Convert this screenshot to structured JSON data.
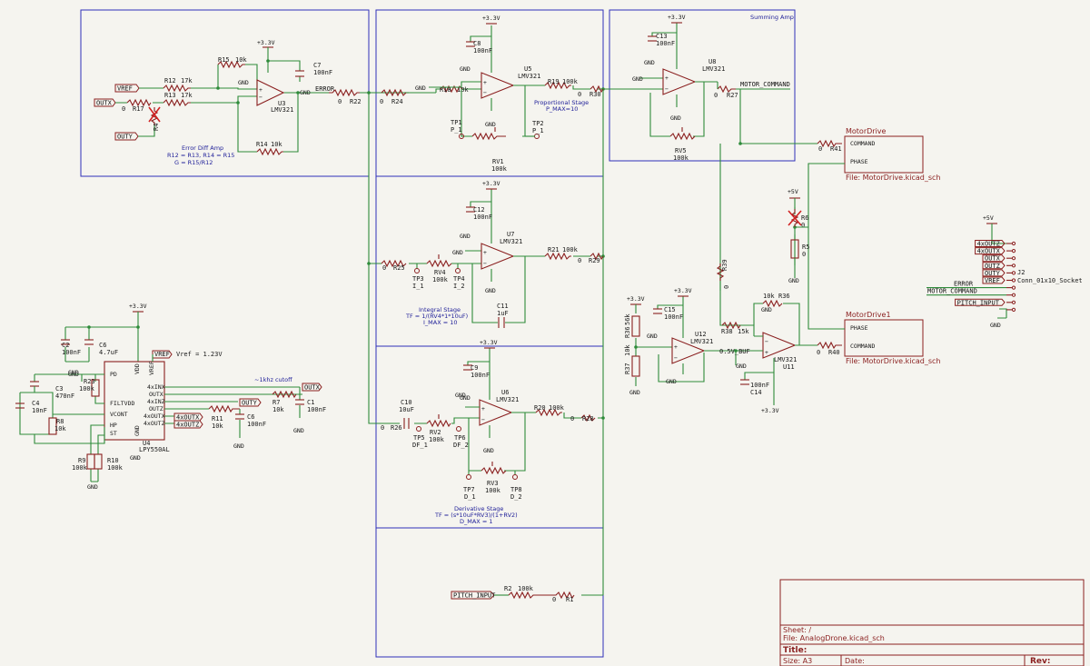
{
  "blocks": {
    "error_amp": {
      "label": "Error Diff Amp",
      "line1": "R12 = R13, R14 = R15",
      "line2": "G = R15/R12"
    },
    "summing": {
      "title": "Summing Amp"
    },
    "proportional": {
      "label": "Proportional Stage",
      "line1": "P_MAX=10"
    },
    "integral": {
      "label": "Integral Stage",
      "line1": "TF = 1/(RV4*1*10uF)",
      "line2": "I_MAX = 10"
    },
    "derivative": {
      "label": "Derivative Stage",
      "line1": "TF = (s*10uF*RV3)/(1+RV2)",
      "line2": "D_MAX = 1"
    }
  },
  "nets": {
    "vref": "VREF",
    "outx": "OUTX",
    "outy": "OUTY",
    "error": "ERROR",
    "motor_command": "MOTOR_COMMAND",
    "pitch_input": "PITCH_INPUT",
    "buf": "0.5V_BUF",
    "x4outx": "4xOUTX",
    "x4outz": "4xOUTZ",
    "plus33": "+3.3V",
    "plus5": "+5V",
    "gnd": "GND"
  },
  "components": {
    "r12": {
      "ref": "R12",
      "val": "17k"
    },
    "r13": {
      "ref": "R13",
      "val": "17k"
    },
    "r14": {
      "ref": "R14",
      "val": "10k"
    },
    "r15": {
      "ref": "R15",
      "val": "10k"
    },
    "r17": {
      "ref": "R17",
      "val": "0"
    },
    "r4": {
      "ref": "R4"
    },
    "u3": {
      "ref": "U3",
      "val": "LMV321"
    },
    "c7": {
      "ref": "C7",
      "val": "100nF"
    },
    "r22": {
      "ref": "R22",
      "val": "0"
    },
    "r24": {
      "ref": "R24",
      "val": "0"
    },
    "r18": {
      "ref": "R18",
      "val": "10k"
    },
    "c8": {
      "ref": "C8",
      "val": "100nF"
    },
    "u5": {
      "ref": "U5",
      "val": "LMV321"
    },
    "r19": {
      "ref": "R19",
      "val": "100k"
    },
    "r30": {
      "ref": "R30",
      "val": "0"
    },
    "rv1": {
      "ref": "RV1",
      "val": "100k"
    },
    "tp1": {
      "ref": "TP1",
      "val": "P_1"
    },
    "tp2": {
      "ref": "TP2",
      "val": "P_1"
    },
    "c13": {
      "ref": "C13",
      "val": "100nF"
    },
    "u8": {
      "ref": "U8",
      "val": "LMV321"
    },
    "r27": {
      "ref": "R27",
      "val": "0"
    },
    "rv5": {
      "ref": "RV5",
      "val": "100k"
    },
    "c12": {
      "ref": "C12",
      "val": "100nF"
    },
    "u7": {
      "ref": "U7",
      "val": "LMV321"
    },
    "r25": {
      "ref": "R25",
      "val": "0"
    },
    "rv4": {
      "ref": "RV4",
      "val": "100k"
    },
    "tp3": {
      "ref": "TP3",
      "val": "I_1"
    },
    "tp4": {
      "ref": "TP4",
      "val": "I_2"
    },
    "r21": {
      "ref": "R21",
      "val": "100k"
    },
    "r29": {
      "ref": "R29",
      "val": "0"
    },
    "c11": {
      "ref": "C11",
      "val": "1uF"
    },
    "c9": {
      "ref": "C9",
      "val": "100nF"
    },
    "u6": {
      "ref": "U6",
      "val": "LMV321"
    },
    "c10": {
      "ref": "C10",
      "val": "10uF"
    },
    "r26": {
      "ref": "R26",
      "val": "0"
    },
    "rv2": {
      "ref": "RV2",
      "val": "100k"
    },
    "tp5": {
      "ref": "TP5",
      "val": "DF_1"
    },
    "tp6": {
      "ref": "TP6",
      "val": "DF_2"
    },
    "r20": {
      "ref": "R20",
      "val": "100k"
    },
    "r28": {
      "ref": "R28",
      "val": "0"
    },
    "rv3": {
      "ref": "RV3",
      "val": "100k"
    },
    "tp7": {
      "ref": "TP7",
      "val": "D_1"
    },
    "tp8": {
      "ref": "TP8",
      "val": "D_2"
    },
    "r2": {
      "ref": "R2",
      "val": "100k"
    },
    "r1": {
      "ref": "R1",
      "val": "0"
    },
    "r41": {
      "ref": "R41",
      "val": "0"
    },
    "r39": {
      "ref": "R39",
      "val": "0"
    },
    "r6": {
      "ref": "R6",
      "val": "0"
    },
    "r5": {
      "ref": "R5",
      "val": "0"
    },
    "c15": {
      "ref": "C15",
      "val": "100nF"
    },
    "u12": {
      "ref": "U12",
      "val": "LMV321"
    },
    "r36": {
      "ref": "R36",
      "val": "56k"
    },
    "r37": {
      "ref": "R37",
      "val": "10k"
    },
    "r38": {
      "ref": "R38",
      "val": "15k"
    },
    "r35": {
      "ref": "R36",
      "val": "10k"
    },
    "u11": {
      "ref": "U11",
      "val": "LMV321"
    },
    "c14": {
      "ref": "C14",
      "val": "100nF"
    },
    "r40": {
      "ref": "R40",
      "val": "0"
    },
    "c2": {
      "ref": "C2",
      "val": "100nF"
    },
    "c6": {
      "ref": "C6",
      "val": "4.7uF"
    },
    "u4": {
      "ref": "U4",
      "val": "LPY550AL"
    },
    "vref_note": "Vref = 1.23V",
    "r23": {
      "ref": "R23",
      "val": "100k"
    },
    "c3": {
      "ref": "C3",
      "val": "470nF"
    },
    "c4": {
      "ref": "C4",
      "val": "10nF"
    },
    "r8": {
      "ref": "R8",
      "val": "10k"
    },
    "r9": {
      "ref": "R9",
      "val": "100k"
    },
    "r10": {
      "ref": "R10",
      "val": "100k"
    },
    "cutoff": "~1khz cutoff",
    "r7": {
      "ref": "R7",
      "val": "10k"
    },
    "c1": {
      "ref": "C1",
      "val": "100nF"
    },
    "r11": {
      "ref": "R11",
      "val": "10k"
    },
    "c5": {
      "ref": "C6",
      "val": "100nF"
    },
    "j2": {
      "ref": "J2",
      "val": "Conn_01x10_Socket"
    }
  },
  "u4_pins": {
    "pd": "PD",
    "filtvdd": "FILTVDD",
    "vcont": "VCONT",
    "hp": "HP",
    "st": "ST",
    "vdd": "VDD",
    "vref": "VREF",
    "gnd": "GND",
    "x4inx": "4xINX",
    "outx": "OUTX",
    "x4inz": "4xINZ",
    "outz": "OUTZ",
    "x4outx": "4xOUTX",
    "x4outz": "4xOUTZ"
  },
  "sheets": {
    "drive1": {
      "name": "MotorDrive",
      "pin1": "COMMAND",
      "pin2": "PHASE",
      "file": "File: MotorDrive.kicad_sch"
    },
    "drive2": {
      "name": "MotorDrive1",
      "pin1": "PHASE",
      "pin2": "COMMAND",
      "file": "File: MotorDrive.kicad_sch"
    }
  },
  "j2_pins": [
    "4xOUTZ",
    "4xOUTX",
    "OUTX",
    "OUTZ",
    "OUTY",
    "VREF",
    "ERROR",
    "MOTOR_COMMAND",
    "PITCH_INPUT",
    ""
  ],
  "title_block": {
    "sheet": "Sheet: /",
    "file": "File: AnalogDrone.kicad_sch",
    "title": "Title:",
    "size": "Size: A3",
    "date": "Date:",
    "rev": "Rev:"
  }
}
